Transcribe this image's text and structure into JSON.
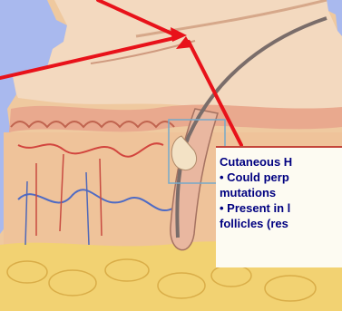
{
  "callout": {
    "title": "Cutaneous H",
    "bullet_1_line_1": "• Could perp",
    "bullet_1_line_2": "mutations",
    "bullet_2_line_1": "• Present in l",
    "bullet_2_line_2": "follicles (res"
  },
  "colors": {
    "background": "#a9b9ee",
    "arrow": "#e8121a",
    "callout_text": "#000080",
    "skin_surface": "#f1cfb0",
    "dermis": "#efc79a",
    "fat": "#f2d270"
  },
  "arrows": {
    "count": 3
  }
}
